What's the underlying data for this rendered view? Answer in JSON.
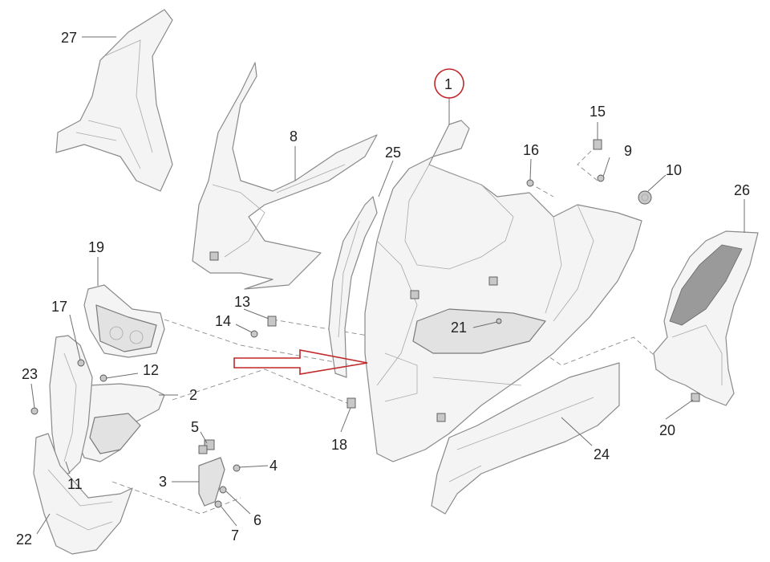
{
  "callouts": [
    "1",
    "2",
    "3",
    "4",
    "5",
    "6",
    "7",
    "8",
    "9",
    "10",
    "11",
    "12",
    "13",
    "14",
    "15",
    "16",
    "17",
    "18",
    "19",
    "20",
    "21",
    "22",
    "23",
    "24",
    "25",
    "26",
    "27"
  ],
  "highlight_color": "#c0282a",
  "line_color": "#8a8a8a"
}
